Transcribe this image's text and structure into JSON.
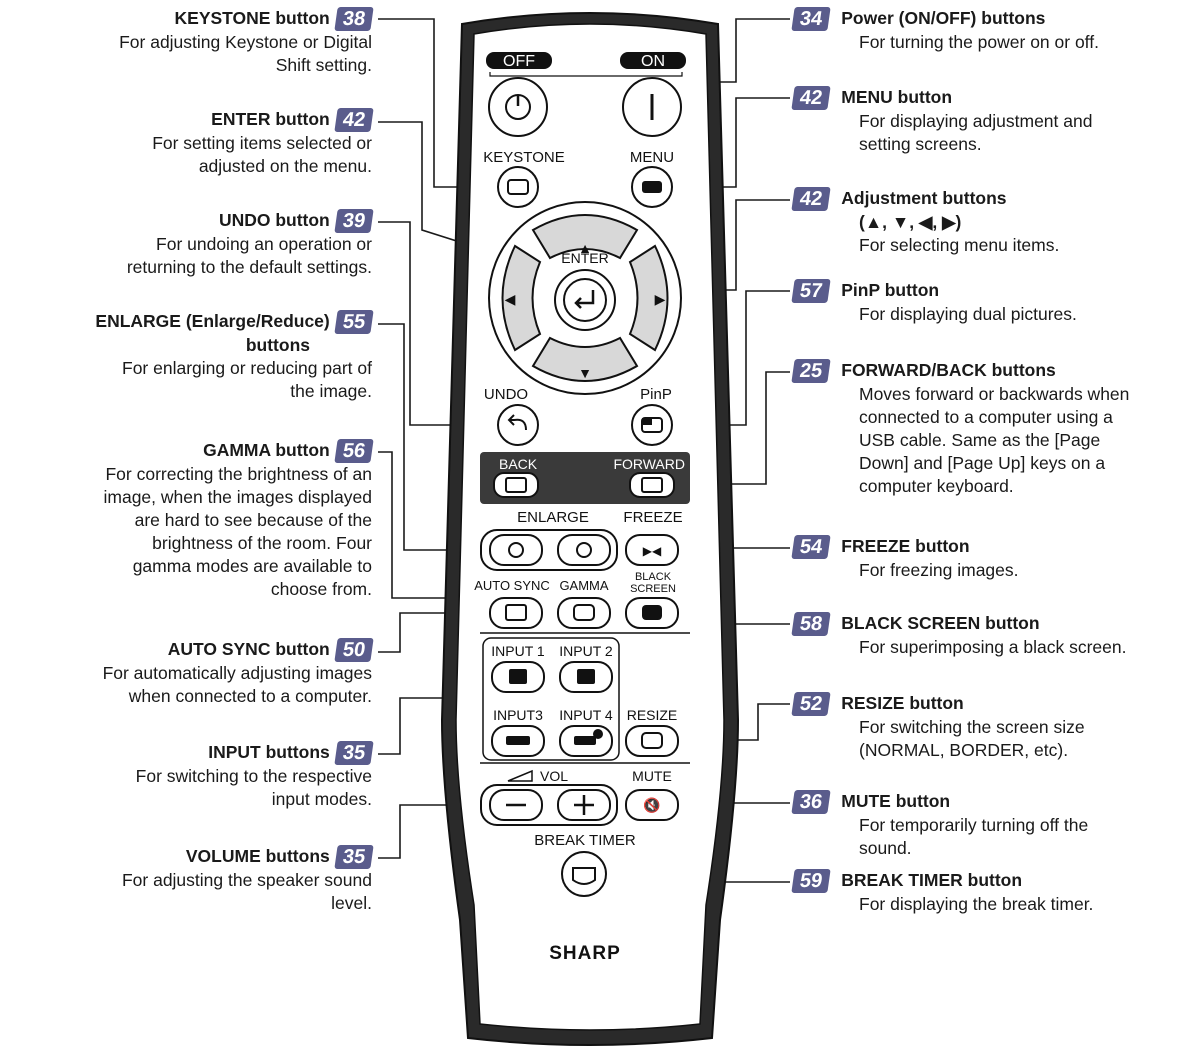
{
  "left_callouts": [
    {
      "page": "38",
      "title": "KEYSTONE button",
      "desc": [
        "For adjusting Keystone or Digital",
        "Shift setting."
      ]
    },
    {
      "page": "42",
      "title": "ENTER button",
      "desc": [
        "For setting items selected or",
        "adjusted on the menu."
      ]
    },
    {
      "page": "39",
      "title": "UNDO button",
      "desc": [
        "For undoing an operation or",
        "returning to the default settings."
      ]
    },
    {
      "page": "55",
      "title": "ENLARGE (Enlarge/Reduce)",
      "title2": "buttons",
      "desc": [
        "For enlarging or reducing part of",
        "the image."
      ]
    },
    {
      "page": "56",
      "title": "GAMMA button",
      "desc": [
        "For correcting the brightness of an",
        "image, when the images displayed",
        "are hard to see because of the",
        "brightness of the room. Four",
        "gamma modes are available to",
        "choose from."
      ]
    },
    {
      "page": "50",
      "title": "AUTO SYNC button",
      "desc": [
        "For automatically adjusting images",
        "when connected to a computer."
      ]
    },
    {
      "page": "35",
      "title": "INPUT buttons",
      "desc": [
        "For switching to the respective",
        "input modes."
      ]
    },
    {
      "page": "35",
      "title": "VOLUME buttons",
      "desc": [
        "For adjusting the speaker sound",
        "level."
      ]
    }
  ],
  "right_callouts": [
    {
      "page": "34",
      "title": "Power (ON/OFF) buttons",
      "desc": [
        "For turning the power on or off."
      ]
    },
    {
      "page": "42",
      "title": "MENU button",
      "desc": [
        "For displaying adjustment and",
        "setting screens."
      ]
    },
    {
      "page": "42",
      "title": "Adjustment buttons",
      "title2": "(▲, ▼, ◀, ▶)",
      "desc": [
        "For selecting menu items."
      ]
    },
    {
      "page": "57",
      "title": "PinP button",
      "desc": [
        "For displaying dual pictures."
      ]
    },
    {
      "page": "25",
      "title": "FORWARD/BACK buttons",
      "desc": [
        "Moves forward or backwards when",
        "connected to a computer using a",
        "USB cable. Same as the [Page",
        "Down] and [Page Up] keys on a",
        "computer keyboard."
      ]
    },
    {
      "page": "54",
      "title": "FREEZE button",
      "desc": [
        "For freezing images."
      ]
    },
    {
      "page": "58",
      "title": "BLACK SCREEN button",
      "desc": [
        "For superimposing a black screen."
      ]
    },
    {
      "page": "52",
      "title": "RESIZE button",
      "desc": [
        "For switching the screen size",
        "(NORMAL, BORDER, etc)."
      ]
    },
    {
      "page": "36",
      "title": "MUTE button",
      "desc": [
        "For temporarily turning off the",
        "sound."
      ]
    },
    {
      "page": "59",
      "title": "BREAK TIMER button",
      "desc": [
        "For displaying the break timer."
      ]
    }
  ],
  "remote": {
    "off": "OFF",
    "on": "ON",
    "keystone": "KEYSTONE",
    "menu": "MENU",
    "enter": "ENTER",
    "undo": "UNDO",
    "pinp": "PinP",
    "back": "BACK",
    "forward": "FORWARD",
    "enlarge": "ENLARGE",
    "freeze": "FREEZE",
    "auto_sync": "AUTO SYNC",
    "gamma": "GAMMA",
    "black": "BLACK",
    "screen": "SCREEN",
    "input1": "INPUT 1",
    "input2": "INPUT 2",
    "input3": "INPUT3",
    "input4": "INPUT 4",
    "resize": "RESIZE",
    "vol": "VOL",
    "mute": "MUTE",
    "break_timer": "BREAK TIMER",
    "brand": "SHARP"
  }
}
